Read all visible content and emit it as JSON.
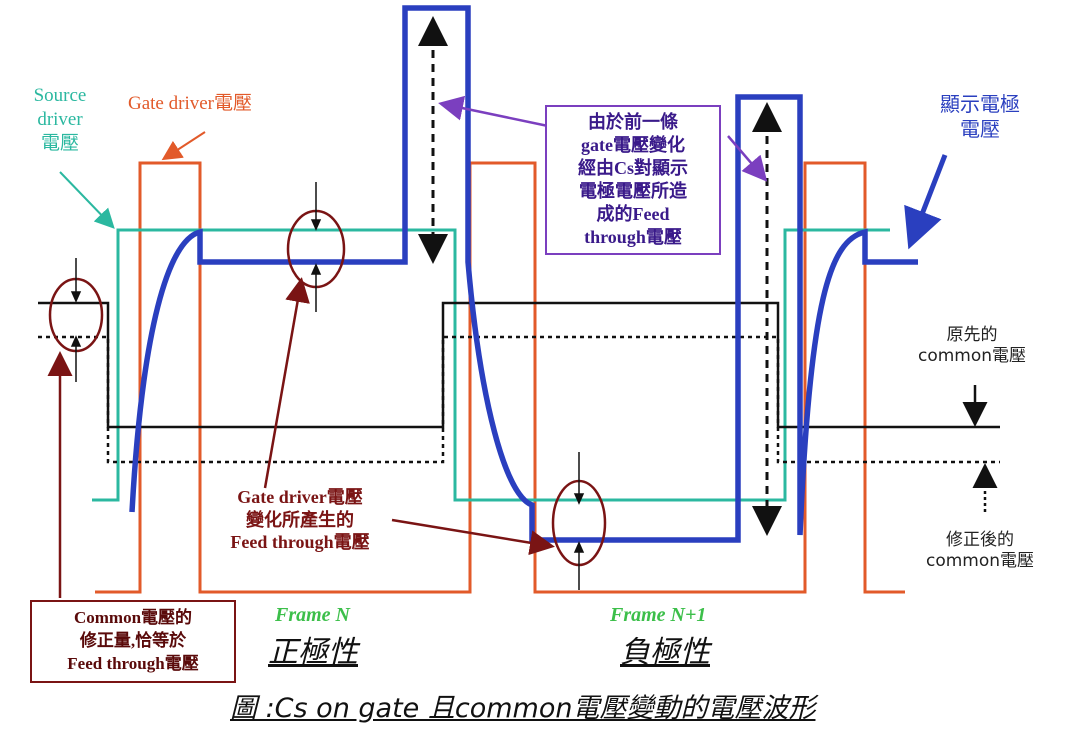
{
  "labels": {
    "source_driver": "Source\ndriver\n電壓",
    "gate_driver": "Gate driver電壓",
    "display_electrode": "顯示電極\n電壓",
    "purple_note": "由於前一條\ngate電壓變化\n經由Cs對顯示\n電極電壓所造\n成的Feed\nthrough電壓",
    "original_common": "原先的\ncommon電壓",
    "corrected_common": "修正後的\ncommon電壓",
    "gate_feedthrough": "Gate driver電壓\n變化所產生的\nFeed through電壓",
    "common_correction": "Common電壓的\n修正量,恰等於\nFeed through電壓",
    "frame_n": "Frame N",
    "frame_n1": "Frame N+1",
    "positive": "正極性",
    "negative": "負極性",
    "caption": "圖 :Cs on gate 且common電壓變動的電壓波形"
  },
  "colors": {
    "gate": "#e25a2a",
    "source": "#2bb8a0",
    "pixel": "#2a3fbf",
    "common": "#111111",
    "annotation": "#7a1414",
    "purple": "#7b3fbf"
  }
}
